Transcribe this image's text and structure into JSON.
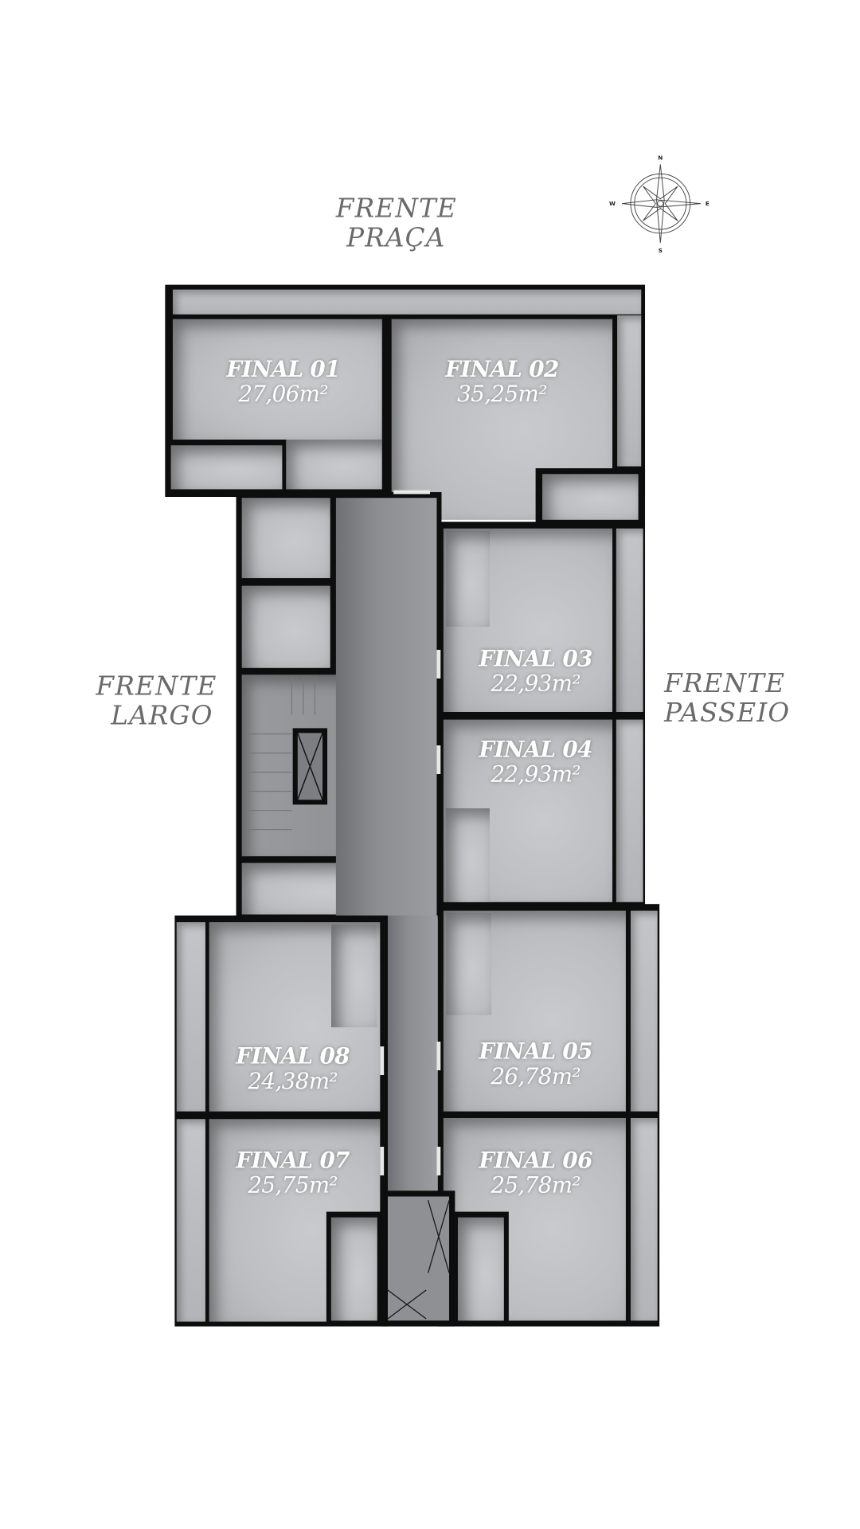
{
  "fronts": {
    "top": [
      "FRENTE",
      "PRAÇA"
    ],
    "left": [
      "FRENTE",
      "LARGO"
    ],
    "right": [
      "FRENTE",
      "PASSEIO"
    ]
  },
  "compass": {
    "n": "N",
    "s": "S",
    "e": "E",
    "w": "W"
  },
  "units": [
    {
      "name": "FINAL 01",
      "area": "27,06m²"
    },
    {
      "name": "FINAL 02",
      "area": "35,25m²"
    },
    {
      "name": "FINAL 03",
      "area": "22,93m²"
    },
    {
      "name": "FINAL 04",
      "area": "22,93m²"
    },
    {
      "name": "FINAL 05",
      "area": "26,78m²"
    },
    {
      "name": "FINAL 06",
      "area": "25,78m²"
    },
    {
      "name": "FINAL 07",
      "area": "25,75m²"
    },
    {
      "name": "FINAL 08",
      "area": "24,38m²"
    }
  ],
  "colors": {
    "wall": "#0d0d0d",
    "room": "#bdbec1",
    "corridor": "#8c8d90",
    "label": "#6a6a6a"
  }
}
